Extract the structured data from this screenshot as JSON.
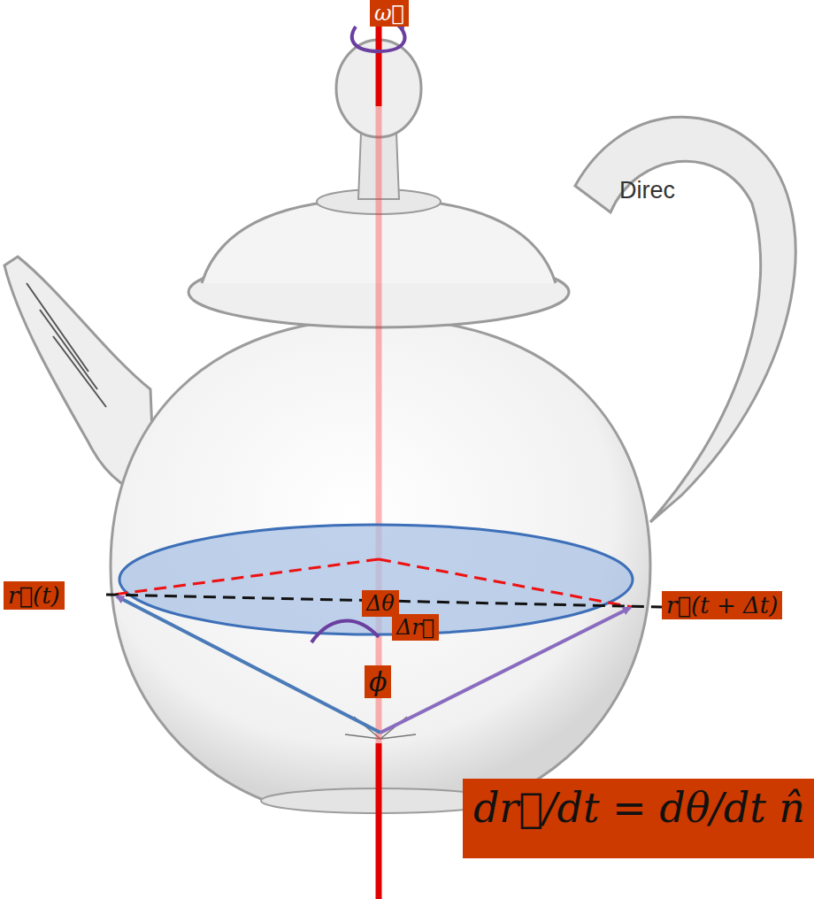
{
  "diagram": {
    "nodes": [
      {
        "text": [
          "ω⃗"
        ]
      },
      {
        "text": [
          "r⃗(t)"
        ]
      },
      {
        "text": [
          "Δθ"
        ]
      },
      {
        "text": [
          "Δr⃗"
        ]
      },
      {
        "text": [
          "r⃗(t + Δt)"
        ]
      },
      {
        "text": [
          "ϕ"
        ]
      },
      {
        "text": [
          "dr⃗/dt = dθ/dt n̂"
        ]
      }
    ],
    "labels": [
      "Direc"
    ]
  }
}
